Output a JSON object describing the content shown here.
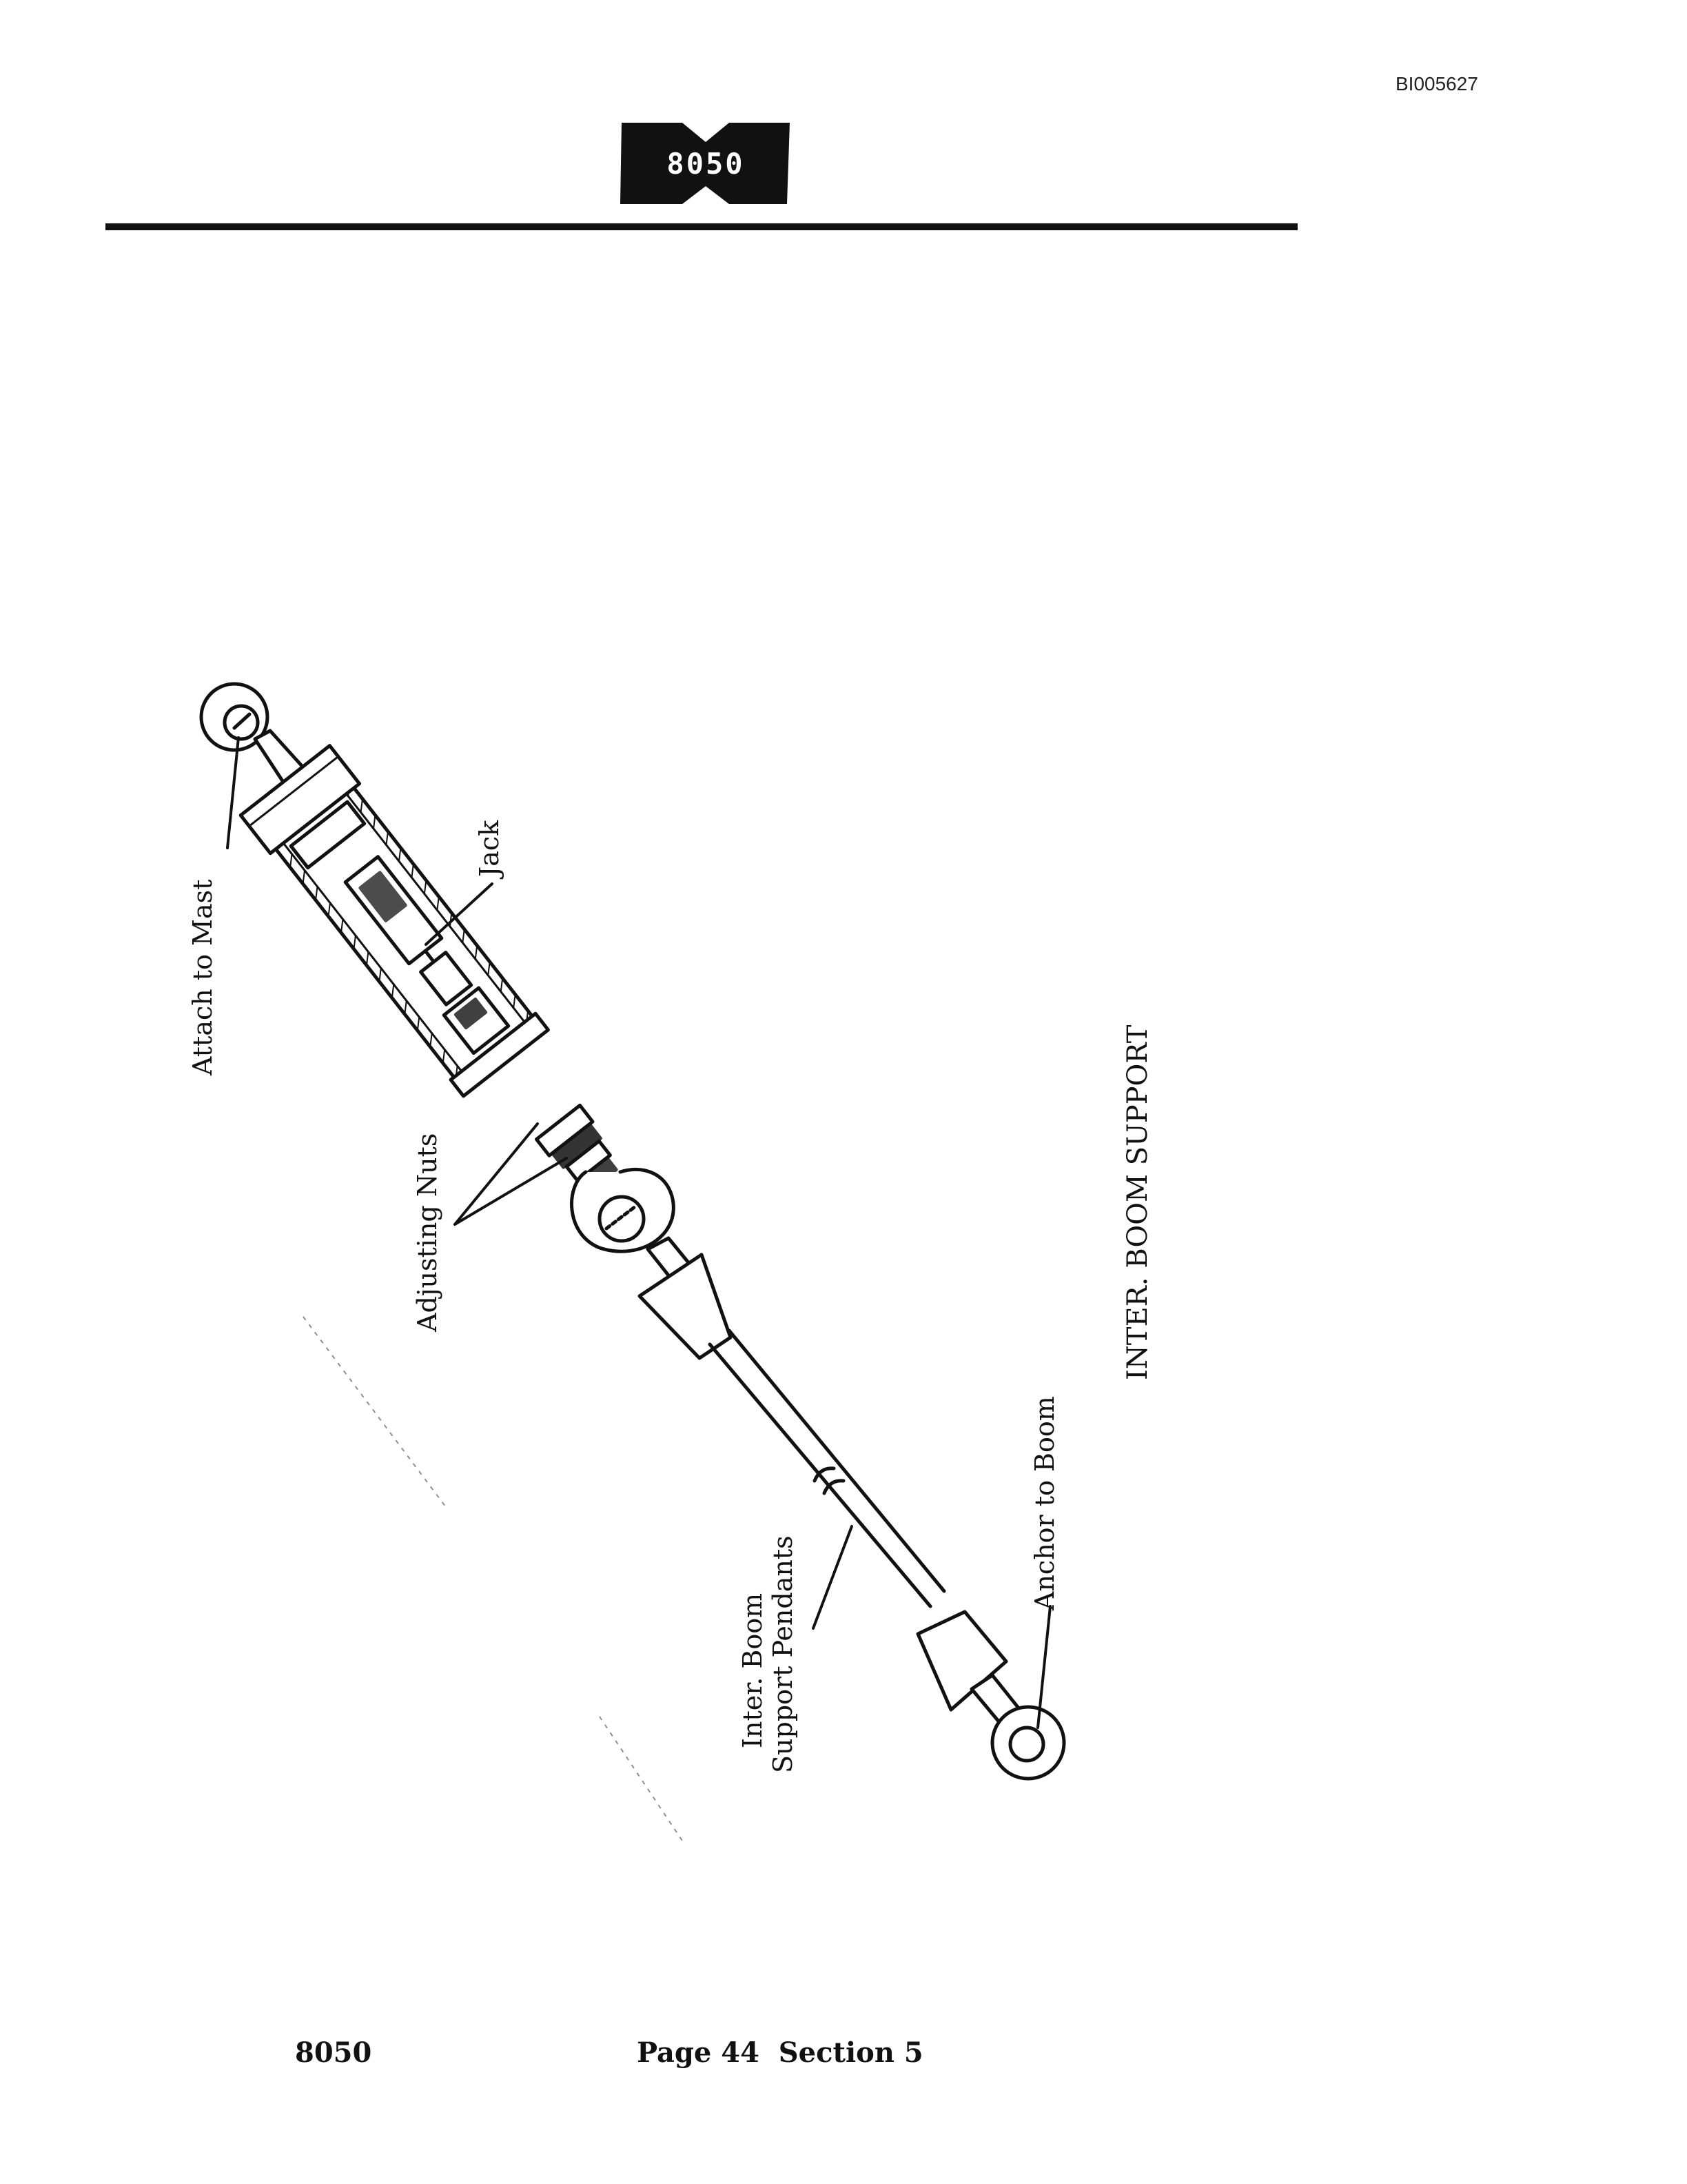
{
  "header": {
    "document_id": "BI005627",
    "logo_text": "8050"
  },
  "diagram": {
    "title": "INTER. BOOM SUPPORT",
    "labels": {
      "attach_to_mast": "Attach to Mast",
      "jack": "Jack",
      "adjusting_nuts": "Adjusting Nuts",
      "pendants_line1": "Inter. Boom",
      "pendants_line2": "Support Pendants",
      "anchor_to_boom": "Anchor to Boom"
    }
  },
  "footer": {
    "model": "8050",
    "page_section": "Page 44  Section 5"
  },
  "colors": {
    "ink": "#111111",
    "paper": "#ffffff"
  }
}
